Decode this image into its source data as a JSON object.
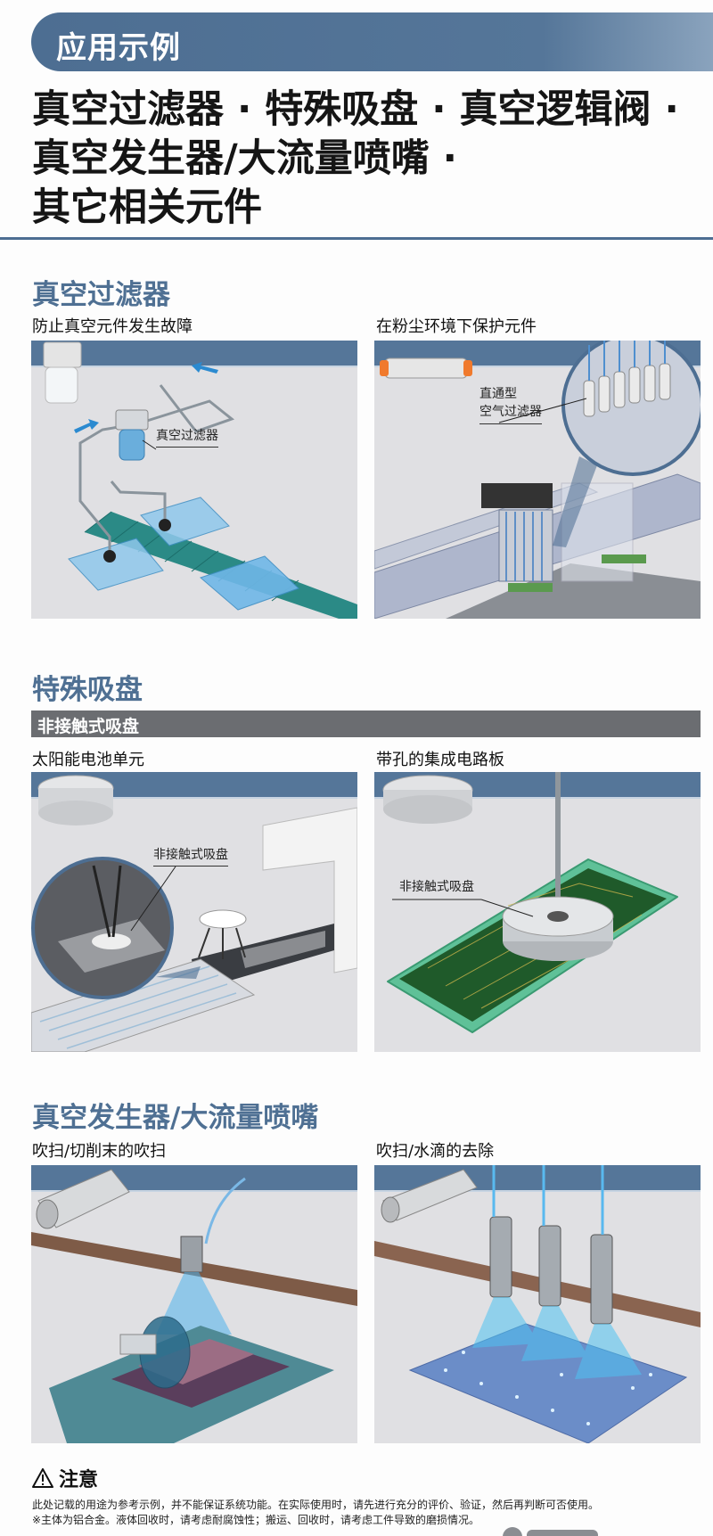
{
  "header": {
    "title": "应用示例",
    "accent_color": "#557699"
  },
  "main_title": {
    "lines": [
      "真空过滤器 · 特殊吸盘 · 真空逻辑阀 ·",
      "真空发生器/大流量喷嘴 ·",
      "其它相关元件"
    ]
  },
  "sections": [
    {
      "title": "真空过滤器",
      "panels": [
        {
          "subtitle": "防止真空元件发生故障",
          "callouts": [
            "真空过滤器"
          ],
          "illustration": "vacuum-filter-on-conveyor"
        },
        {
          "subtitle": "在粉尘环境下保护元件",
          "callouts": [
            "直通型",
            "空气过滤器"
          ],
          "illustration": "inline-air-filter-on-gantry"
        }
      ]
    },
    {
      "title": "特殊吸盘",
      "banner": "非接触式吸盘",
      "banner_color": "#6b6d71",
      "panels": [
        {
          "subtitle": "太阳能电池单元",
          "callouts": [
            "非接触式吸盘"
          ],
          "illustration": "non-contact-gripper-solar-cell"
        },
        {
          "subtitle": "带孔的集成电路板",
          "callouts": [
            "非接触式吸盘"
          ],
          "illustration": "non-contact-gripper-pcb"
        }
      ]
    },
    {
      "title": "真空发生器/大流量喷嘴",
      "panels": [
        {
          "subtitle": "吹扫/切削末的吹扫",
          "callouts": [],
          "illustration": "nozzle-blowing-chips"
        },
        {
          "subtitle": "吹扫/水滴的去除",
          "callouts": [],
          "illustration": "nozzles-removing-water"
        }
      ]
    }
  ],
  "notice": {
    "icon": "warning-triangle-icon",
    "title": "注意",
    "lines": [
      "此处记载的用途为参考示例，并不能保证系统功能。在实际使用时，请先进行充分的评价、验证，然后再判断可否使用。",
      "※主体为铝合金。液体回收时，请考虑耐腐蚀性；搬运、回收时，请考虑工件导致的磨损情况。"
    ]
  }
}
